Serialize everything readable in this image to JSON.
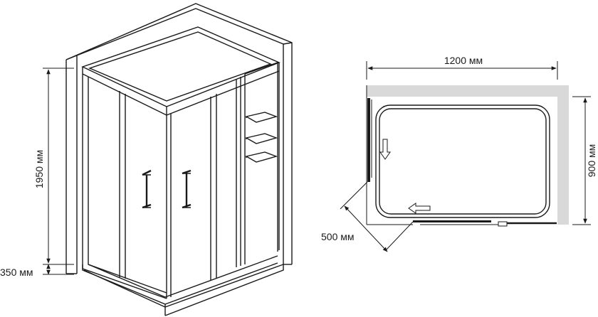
{
  "dimensions": {
    "height_cabin": "1950 мм",
    "height_tray": "350 мм",
    "width": "1200 мм",
    "depth": "900 мм",
    "door_opening": "500 мм"
  },
  "colors": {
    "line": "#1a1a1a",
    "wall": "#d9d9d9",
    "background": "#ffffff"
  }
}
